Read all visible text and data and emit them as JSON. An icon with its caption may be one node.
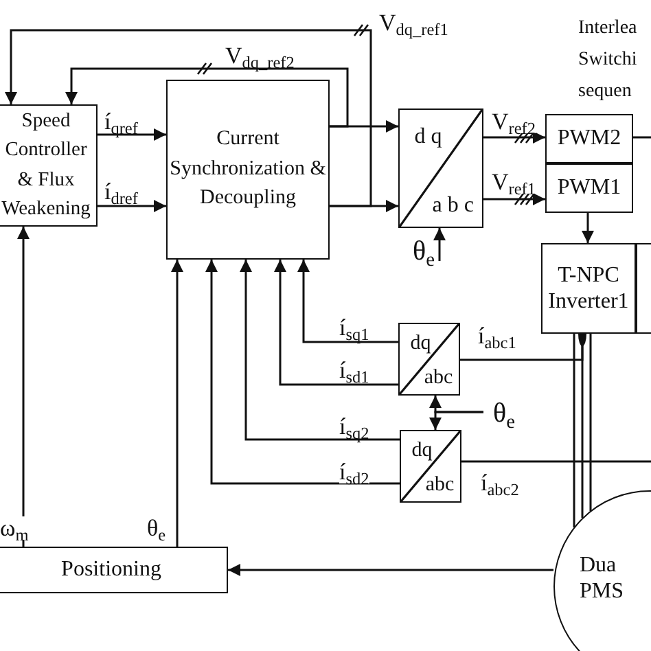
{
  "diagram": {
    "nodes": [
      {
        "text": [
          "Speed Controller & Flux Weakening"
        ]
      },
      {
        "text": [
          "Current Synchronization & Decoupling"
        ]
      },
      {
        "text": [
          "d q",
          "a b c"
        ]
      },
      {
        "text": [
          "PWM2"
        ]
      },
      {
        "text": [
          "PWM1"
        ]
      },
      {
        "text": [
          "T-NPC Inverter1"
        ]
      },
      {
        "text": [],
        "shape": "box"
      },
      {
        "text": [
          "θ$_{e}$"
        ]
      },
      {
        "text": [
          "dq",
          "abc"
        ]
      },
      {
        "text": [
          "θ$_{e}$"
        ]
      },
      {
        "text": [
          "dq",
          "abc"
        ]
      },
      {
        "text": [
          "Positioning"
        ]
      },
      {
        "text": [
          "Dua PMS"
        ]
      }
    ],
    "edges": [
      {
        "from": 0,
        "to": 1,
        "arrow": "to",
        "label": "í$_{qref}$"
      },
      {
        "from": 0,
        "to": 1,
        "arrow": "to",
        "label": "í$_{dref}$"
      },
      {
        "from": 1,
        "to": 2,
        "arrow": "to"
      },
      {
        "from": 1,
        "to": 2,
        "arrow": "to"
      },
      {
        "from": 1,
        "to": 0,
        "arrow": "to",
        "label": "V$_{dq_ref2}$"
      },
      {
        "from": 1,
        "to": 0,
        "arrow": "to",
        "label": "V$_{dq_ref1}$"
      },
      {
        "from": 2,
        "to": 3,
        "arrow": "to",
        "label": "V$_{ref2}$"
      },
      {
        "from": 2,
        "to": 4,
        "arrow": "to",
        "label": "V$_{ref1}$"
      },
      {
        "from": 7,
        "to": 2,
        "arrow": "to"
      },
      {
        "from": 4,
        "to": 5,
        "arrow": "to"
      },
      {
        "from": 3,
        "to": null,
        "arrow": "none"
      },
      {
        "from": 5,
        "to": 12,
        "arrow": "none"
      },
      {
        "from": 5,
        "to": 8,
        "arrow": "other",
        "label": "í$_{abc1}$"
      },
      {
        "from": null,
        "to": 10,
        "arrow": "none",
        "label": "í$_{abc2}$"
      },
      {
        "from": 9,
        "to": 8,
        "arrow": "to"
      },
      {
        "from": 9,
        "to": 10,
        "arrow": "to"
      },
      {
        "from": 8,
        "to": 1,
        "arrow": "to",
        "label": "í$_{sq1}$"
      },
      {
        "from": 8,
        "to": 1,
        "arrow": "to",
        "label": "í$_{sd1}$"
      },
      {
        "from": 10,
        "to": 1,
        "arrow": "to",
        "label": "í$_{sq2}$"
      },
      {
        "from": 10,
        "to": 1,
        "arrow": "to",
        "label": "í$_{sd2}$"
      },
      {
        "from": 11,
        "to": 1,
        "arrow": "to",
        "label": "θ$_{e}$"
      },
      {
        "from": 11,
        "to": 0,
        "arrow": "to",
        "label": "ω$_{m}$"
      },
      {
        "from": 12,
        "to": 11,
        "arrow": "to"
      }
    ],
    "labels": [
      "Interlea",
      "Switchi",
      "sequen"
    ]
  }
}
